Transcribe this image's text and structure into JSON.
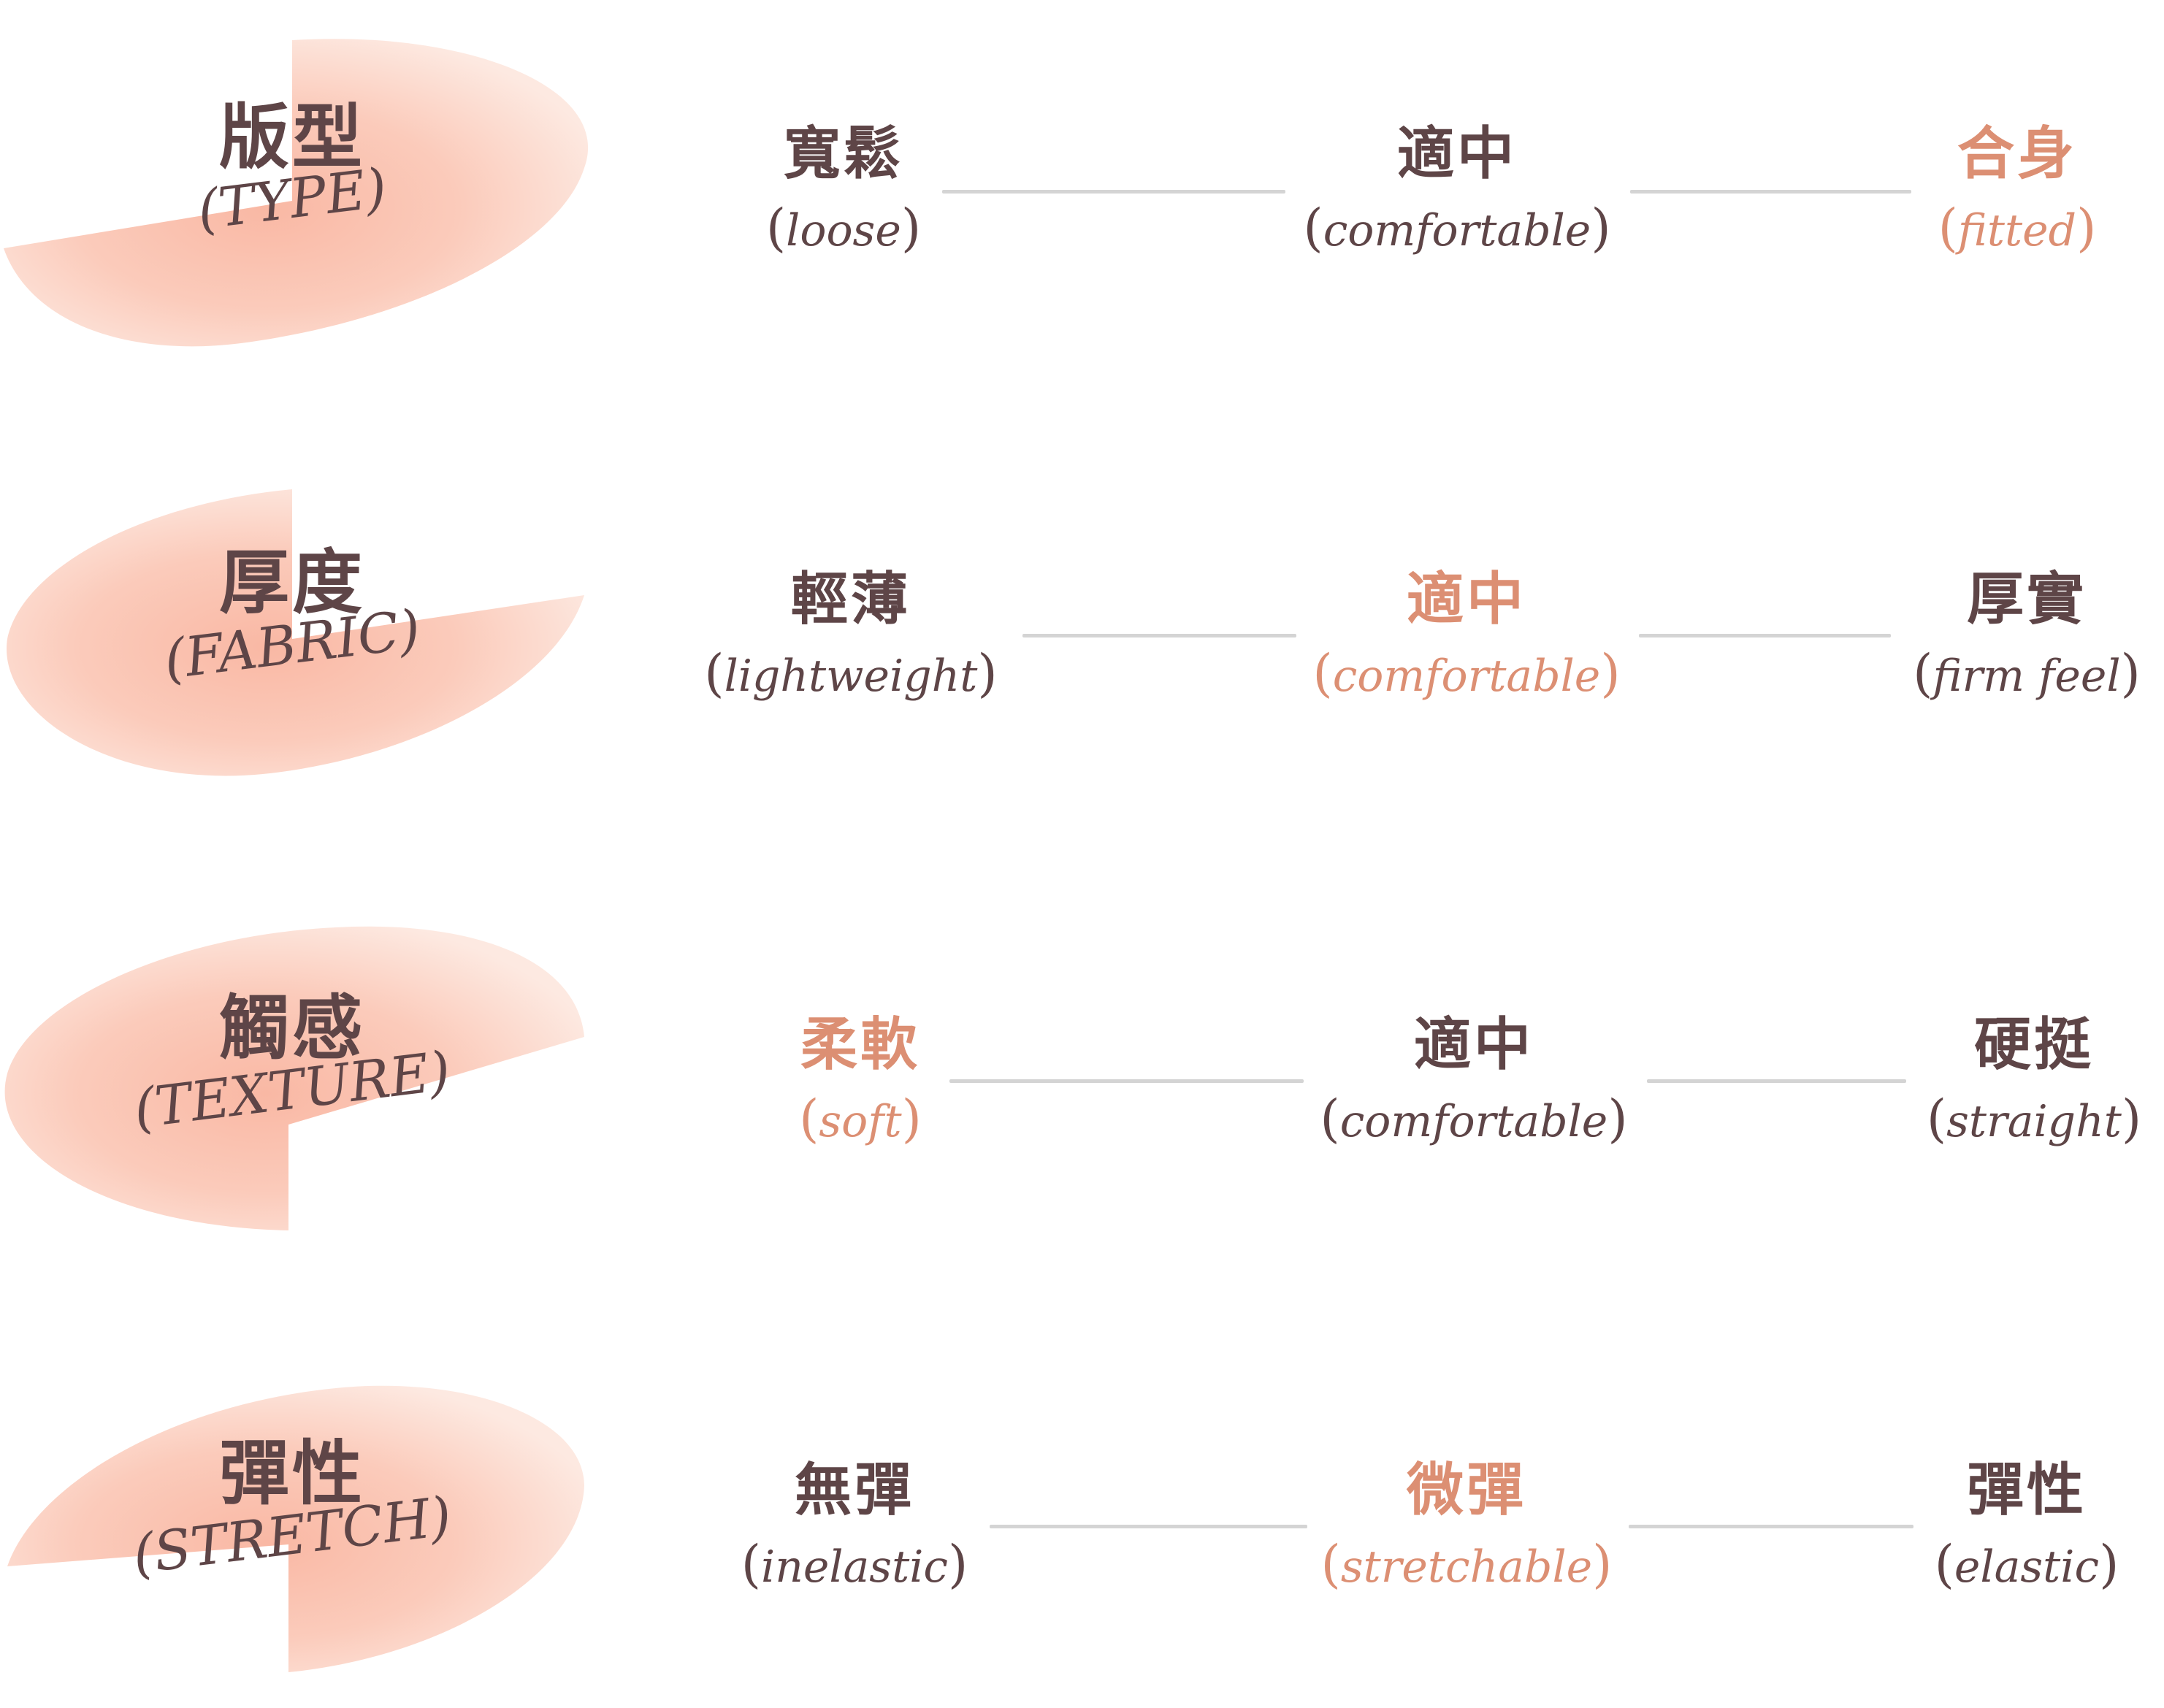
{
  "colors": {
    "text": "#5e4547",
    "selected": "#dc8f73",
    "connector": "#d4d4d4",
    "blob_inner": "#f9b8a4",
    "blob_outer": "#fde9e1"
  },
  "attributes": [
    {
      "key": "type",
      "label_zh": "版型",
      "label_en": "TYPE",
      "options": [
        {
          "zh": "寬鬆",
          "en": "loose",
          "selected": false
        },
        {
          "zh": "適中",
          "en": "comfortable",
          "selected": false
        },
        {
          "zh": "合身",
          "en": "fitted",
          "selected": true
        }
      ]
    },
    {
      "key": "fabric",
      "label_zh": "厚度",
      "label_en": "FABRIC",
      "options": [
        {
          "zh": "輕薄",
          "en": "lightweight",
          "selected": false
        },
        {
          "zh": "適中",
          "en": "comfortable",
          "selected": true
        },
        {
          "zh": "厚實",
          "en": "firm feel",
          "selected": false
        }
      ]
    },
    {
      "key": "texture",
      "label_zh": "觸感",
      "label_en": "TEXTURE",
      "options": [
        {
          "zh": "柔軟",
          "en": "soft",
          "selected": true
        },
        {
          "zh": "適中",
          "en": "comfortable",
          "selected": false
        },
        {
          "zh": "硬挺",
          "en": "straight",
          "selected": false
        }
      ]
    },
    {
      "key": "stretch",
      "label_zh": "彈性",
      "label_en": "STRETCH",
      "options": [
        {
          "zh": "無彈",
          "en": "inelastic",
          "selected": false
        },
        {
          "zh": "微彈",
          "en": "stretchable",
          "selected": true
        },
        {
          "zh": "彈性",
          "en": "elastic",
          "selected": false
        }
      ]
    }
  ]
}
